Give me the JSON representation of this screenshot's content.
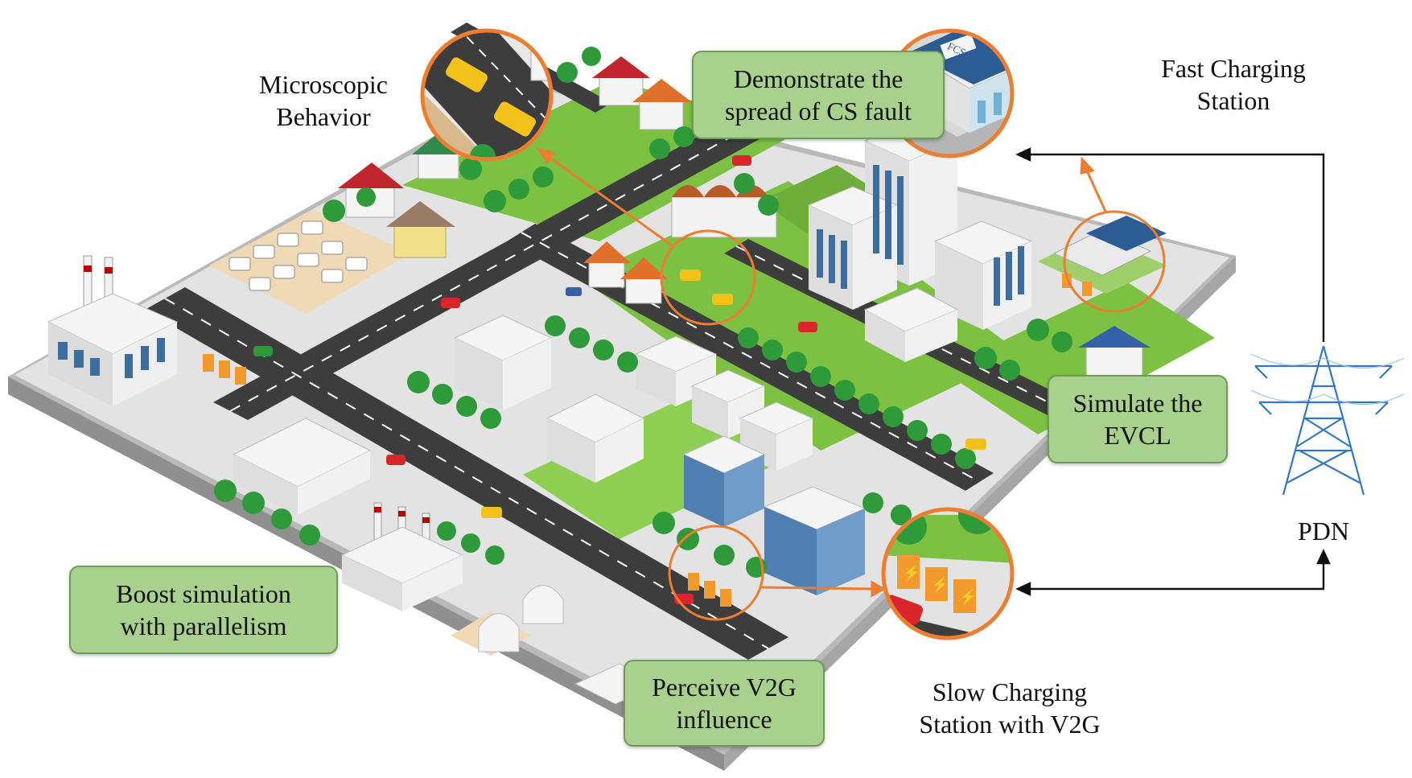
{
  "labels": {
    "microscopic": [
      "Microscopic",
      "Behavior"
    ],
    "fcs": [
      "Fast Charging",
      "Station"
    ],
    "pdn": "PDN",
    "scs": [
      "Slow Charging",
      "Station with V2G"
    ],
    "fcs_sign": "FCS"
  },
  "callouts": {
    "fault": [
      "Demonstrate the",
      "spread of CS fault"
    ],
    "evcl": [
      "Simulate the",
      "EVCL"
    ],
    "parallel": [
      "Boost simulation",
      "with parallelism"
    ],
    "v2g": [
      "Perceive V2G",
      "influence"
    ]
  },
  "colors": {
    "callout_fill": "#a9d18e",
    "callout_border": "#6e9c52",
    "highlight": "#ed7d31",
    "road": "#3d3d3d",
    "grass": "#7cc142",
    "tree": "#2e9a3a",
    "ground": "#d9d9d9"
  }
}
